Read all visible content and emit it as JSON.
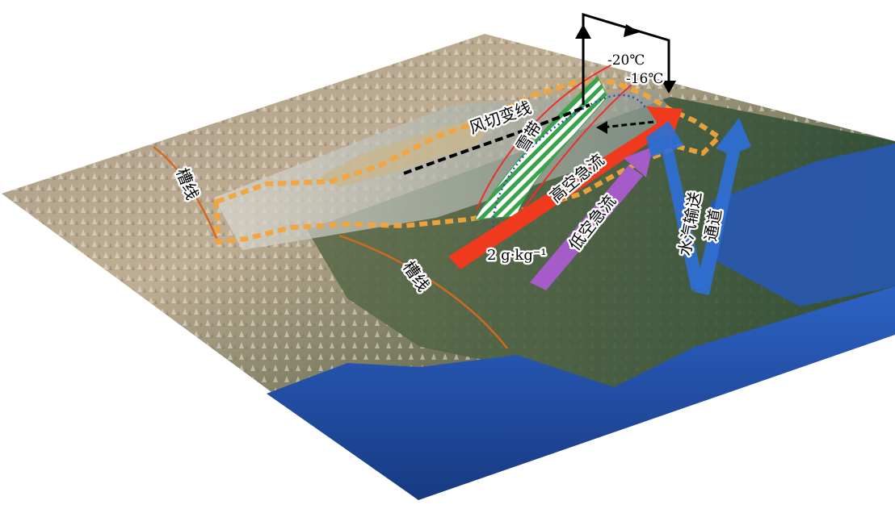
{
  "labels": {
    "trough_left": "槽线",
    "trough_bottom": "槽线",
    "wind_shear_line": "风切变线",
    "snow_belt": "雪带",
    "upper_jet": "高空急流",
    "low_jet": "低空急流",
    "moisture_channel": "水汽输送通道",
    "moisture_channel_line1": "水汽输送",
    "moisture_channel_line2": "通道",
    "temp_minus20": "-20℃",
    "temp_minus16": "-16℃",
    "humidity": "2 g·kg⁻¹"
  },
  "colors": {
    "terrain_desert": "#b9a58a",
    "terrain_forest": "#3f5a3c",
    "ocean": "#1f4fa8",
    "orange_outline": "#f3a43a",
    "trough_line": "#d2691e",
    "upper_jet": "#f03a1e",
    "low_jet": "#a55bc8",
    "moisture": "#2f6fd6",
    "snow_hatch": "#3aa24a",
    "isotherm": "#e8322a",
    "humidity_line": "#2b48c8"
  },
  "icons": [
    "circulation-arrow-icon",
    "downward-arrow-icon"
  ]
}
